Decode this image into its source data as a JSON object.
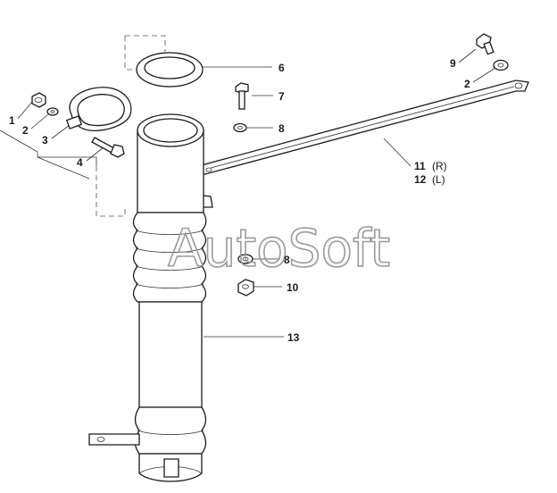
{
  "watermark": "AutoSoft",
  "callouts": {
    "c1": "1",
    "c2": "2",
    "c3": "3",
    "c4": "4",
    "c6": "6",
    "c7": "7",
    "c8a": "8",
    "c8b": "8",
    "c9": "9",
    "c2b": "2",
    "c10": "10",
    "c11": "11",
    "c11_suffix": "(R)",
    "c12": "12",
    "c12_suffix": "(L)",
    "c13": "13"
  }
}
